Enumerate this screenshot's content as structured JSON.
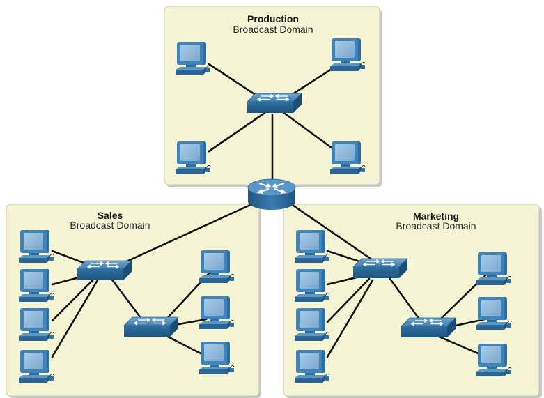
{
  "domains": {
    "production": {
      "title": "Production",
      "subtitle": "Broadcast Domain"
    },
    "sales": {
      "title": "Sales",
      "subtitle": "Broadcast Domain"
    },
    "marketing": {
      "title": "Marketing",
      "subtitle": "Broadcast Domain"
    }
  },
  "colors": {
    "domain_fill": "#f5f5d6",
    "device_blue": "#2f6f9f",
    "screen": "#8cb6d8",
    "link": "#111111"
  },
  "icons": {
    "router": "router-icon",
    "switch": "switch-icon",
    "pc": "pc-icon"
  }
}
